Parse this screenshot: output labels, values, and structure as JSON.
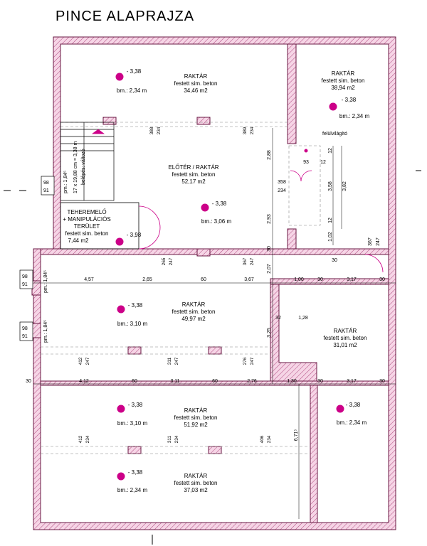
{
  "title": "PINCE  ALAPRAJZA",
  "colors": {
    "wall_fill": "#f6d5e6",
    "wall_stroke": "#8a2a5a",
    "accent": "#cc0088",
    "line": "#000000"
  },
  "rooms": {
    "r1": {
      "name": "RAKTÁR",
      "finish": "festett sim. beton",
      "area": "34,46 m2",
      "level": "- 3,38",
      "height": "bm.: 2,34 m"
    },
    "r2": {
      "name": "RAKTÁR",
      "finish": "festett sim. beton",
      "area": "38,94 m2",
      "level": "- 3,38",
      "height": "bm.: 2,34 m"
    },
    "r3": {
      "name": "ELŐTÉR / RAKTÁR",
      "finish": "festett sim. beton",
      "area": "52,17 m2",
      "level": "- 3,38",
      "height": "bm.: 3,06 m"
    },
    "r4": {
      "name1": "TEHEREMELŐ",
      "name2": "+ MANIPULÁCIÓS",
      "name3": "TERÜLET",
      "finish": "festett sim. beton",
      "area": "7,44 m2",
      "level": "- 3,98"
    },
    "r5": {
      "name": "RAKTÁR",
      "finish": "festett sim. beton",
      "area": "49,97 m2",
      "level": "- 3,38",
      "height": "bm.: 3,10 m"
    },
    "r6": {
      "name": "RAKTÁR",
      "finish": "festett sim. beton",
      "area": "31,01 m2",
      "level": "- 3,38",
      "height": "bm.: 2,34 m"
    },
    "r7": {
      "name": "RAKTÁR",
      "finish": "festett sim. beton",
      "area": "51,92 m2",
      "level": "- 3,38",
      "height": "bm.: 3,10 m"
    },
    "r8": {
      "name": "RAKTÁR",
      "finish": "festett sim. beton",
      "area": "37,03 m2",
      "level": "- 3,38",
      "height": "bm.: 2,34 m"
    }
  },
  "annotations": {
    "skylight": "felülvilágító",
    "stair1": "17 x 19,88 cm = 3,38 m",
    "stair2": "belépés: változó",
    "pm1": "pm.: 1,84⁵",
    "pm2": "pm.: 1,84⁵",
    "pm3": "pm.: 1,84⁵",
    "win1_top": "98",
    "win1_bot": "91",
    "win2_top": "98",
    "win2_bot": "91",
    "win3_top": "98",
    "win3_bot": "91"
  },
  "dims": {
    "row1": [
      "4,57",
      "2,65",
      "60",
      "3,67",
      "1,00",
      "30",
      "3,17",
      "30"
    ],
    "row2": [
      "30",
      "4,12",
      "60",
      "3,11",
      "60",
      "2,76",
      "1,30",
      "30",
      "3,17",
      "30"
    ],
    "vert_center": [
      "2,88",
      "2,93",
      "30",
      "2,07",
      "3,25",
      "6,71⁵"
    ],
    "vert_right": [
      "12",
      "3,58",
      "3,82",
      "12",
      "1,02"
    ],
    "misc": [
      "93",
      "12",
      "358",
      "234",
      "32",
      "1,28",
      "30",
      "367",
      "247"
    ],
    "openings_top": [
      "388",
      "234",
      "389",
      "234"
    ],
    "openings_mid": [
      "265",
      "247",
      "367",
      "247"
    ],
    "openings_row3": [
      "412",
      "247",
      "311",
      "247",
      "276",
      "247"
    ],
    "openings_row4": [
      "412",
      "234",
      "311",
      "234",
      "406",
      "234"
    ]
  }
}
